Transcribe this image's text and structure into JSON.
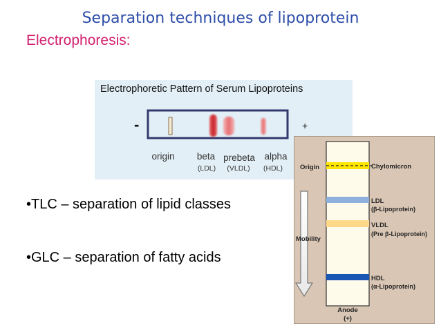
{
  "slide": {
    "title": "Separation techniques of lipoprotein",
    "subtitle": "Electrophoresis:",
    "bullets": [
      "•TLC – separation of lipid classes",
      "•GLC – separation of fatty acids"
    ]
  },
  "electrophoresis_figure": {
    "title": "Electrophoretic Pattern of Serum Lipoproteins",
    "minus": "-",
    "plus": "+",
    "lanes": [
      {
        "name": "origin",
        "sub": ""
      },
      {
        "name": "beta",
        "sub": "(LDL)"
      },
      {
        "name": "prebeta",
        "sub": "(VLDL)"
      },
      {
        "name": "alpha",
        "sub": "(HDL)"
      }
    ]
  },
  "mobility_figure": {
    "origin": "Origin",
    "mobility": "Mobility",
    "anode_line1": "Anode",
    "anode_line2": "(+)",
    "bands": [
      {
        "line1": "Chylomicron",
        "line2": "",
        "color": "#ffe600"
      },
      {
        "line1": "LDL",
        "line2": "(β-Lipoprotein)",
        "color": "#8fb0dd"
      },
      {
        "line1": "VLDL",
        "line2": "(Pre β-Lipoprotein)",
        "color": "#ffd98a"
      },
      {
        "line1": "HDL",
        "line2": "(α-Lipoprotein)",
        "color": "#1a56b4"
      }
    ]
  }
}
